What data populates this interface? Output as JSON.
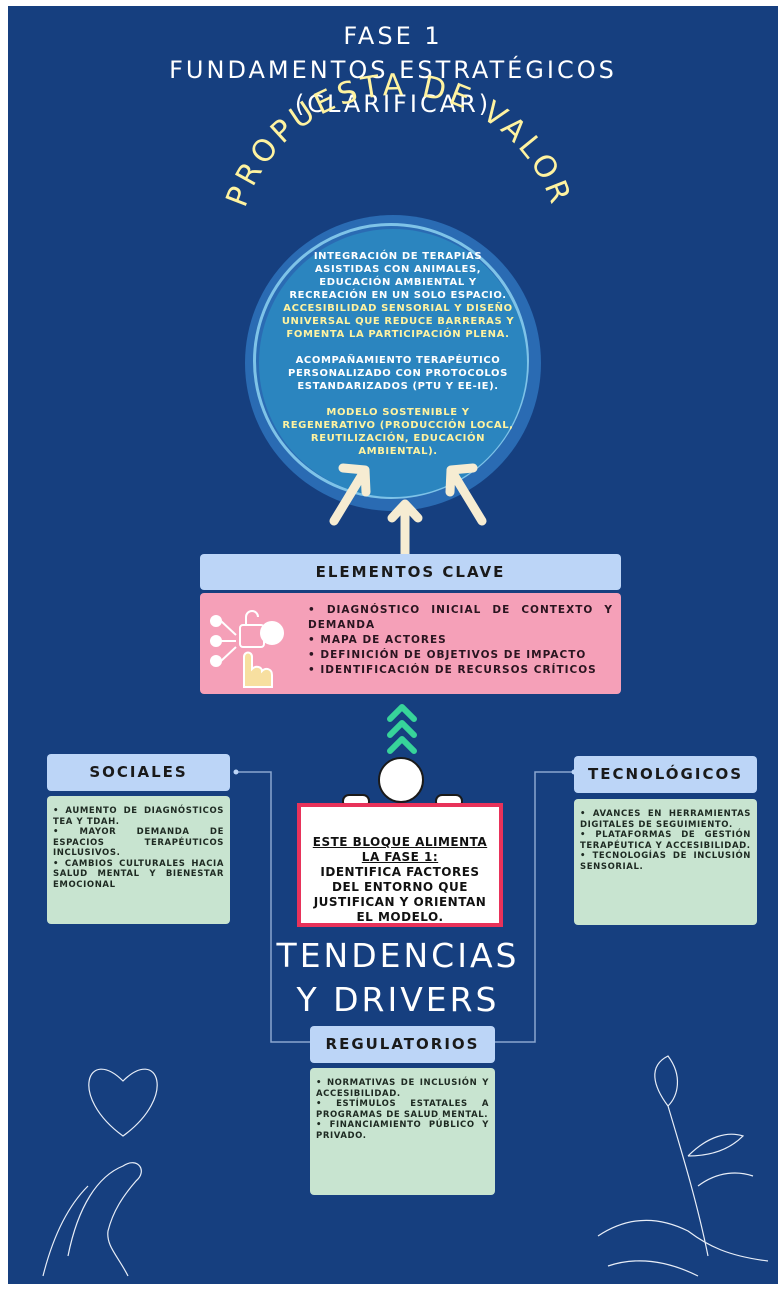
{
  "header": {
    "line1": "FASE 1",
    "line2": "FUNDAMENTOS ESTRATÉGICOS",
    "line3": "(CLARIFICAR)"
  },
  "propuesta": {
    "title": "PROPUESTA DE VALOR",
    "p1": "Integración de terapias asistidas con animales, educación ambiental y recreación en un solo espacio.",
    "p2": "Accesibilidad sensorial y diseño universal que reduce barreras y fomenta la participación plena.",
    "p3": "Acompañamiento terapéutico personalizado con protocolos estandarizados (PTU y EE-IE).",
    "p4": "Modelo sostenible y regenerativo (producción local, reutilización, educación ambiental)."
  },
  "elementos": {
    "title": "ELEMENTOS CLAVE",
    "items": [
      "Diagnóstico inicial de contexto y demanda",
      "Mapa de actores",
      "Definición de objetivos de impacto",
      "Identificación de recursos críticos"
    ]
  },
  "centro": {
    "line_underlined": "Este bloque alimenta la Fase 1:",
    "line_body": "Identifica factores del entorno que justifican y orientan el modelo."
  },
  "tendencias": {
    "line1": "TENDENCIAS",
    "line2": "Y DRIVERS"
  },
  "sociales": {
    "title": "SOCIALES",
    "items": [
      "Aumento de diagnósticos TEA y TDAH.",
      "Mayor demanda de espacios terapéuticos inclusivos.",
      "Cambios culturales hacia salud mental y bienestar emocional"
    ]
  },
  "tecnologicos": {
    "title": "TECNOLÓGICOS",
    "items": [
      "Avances en herramientas digitales de seguimiento.",
      "Plataformas de gestión terapéutica y accesibilidad.",
      "Tecnologías de inclusión sensorial."
    ]
  },
  "regulatorios": {
    "title": "REGULATORIOS",
    "items": [
      "Normativas de inclusión y accesibilidad.",
      "Estímulos estatales a programas de salud mental.",
      "Financiamiento público y privado."
    ]
  },
  "colors": {
    "background": "#163f7f",
    "accent_yellow": "#fff3a0",
    "bar_blue": "#bcd5f7",
    "pink": "#f5a0b8",
    "green": "#c8e4d0",
    "red_border": "#e8325a"
  }
}
